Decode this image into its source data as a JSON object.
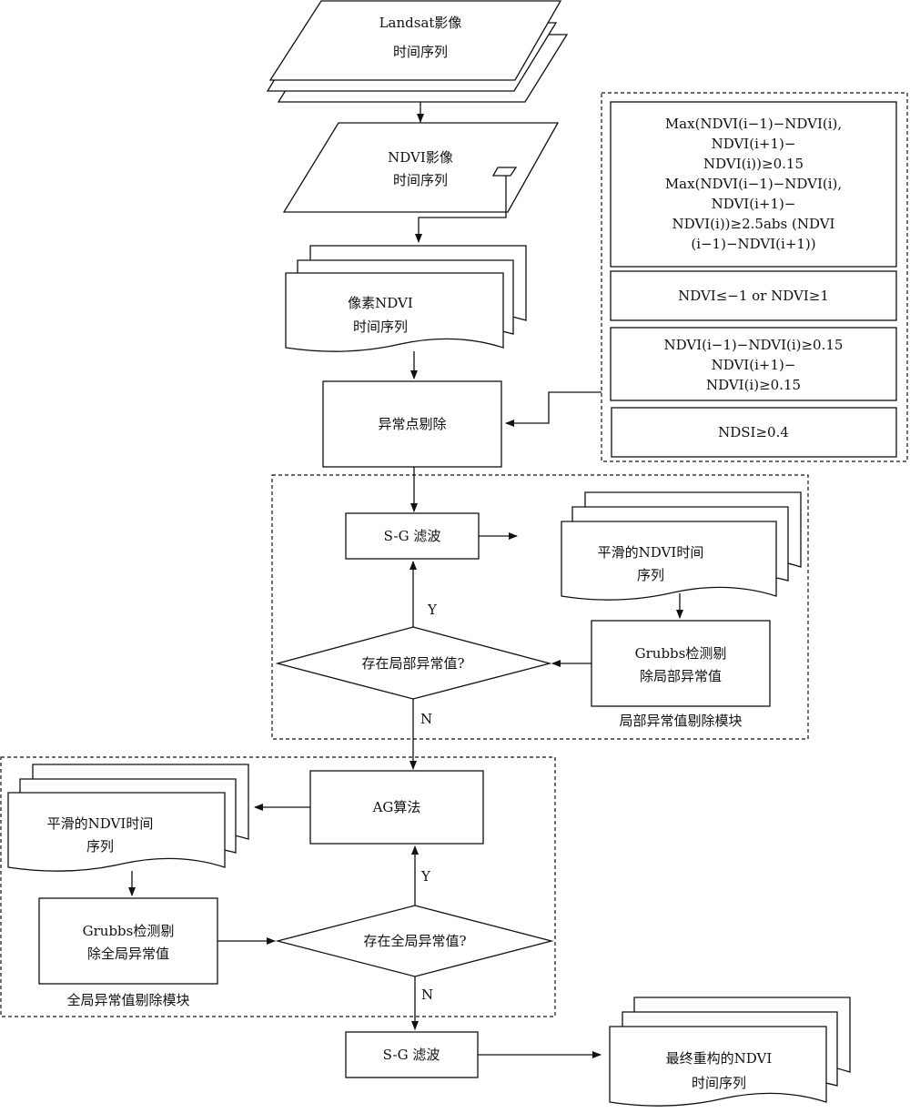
{
  "flowchart": {
    "landsat": [
      "Landsat影像",
      "时间序列"
    ],
    "ndvi_image": [
      "NDVI影像",
      "时间序列"
    ],
    "pixel_ndvi": [
      "像素NDVI",
      "时间序列"
    ],
    "outlier_removal": "异常点剔除",
    "criteria": [
      [
        "Max(NDVI(i−1)−NDVI(i),",
        "NDVI(i+1)−",
        "NDVI(i))≥0.15",
        "Max(NDVI(i−1)−NDVI(i),",
        "NDVI(i+1)−",
        "NDVI(i))≥2.5abs (NDVI",
        "(i−1)−NDVI(i+1))"
      ],
      [
        "NDVI≤−1 or NDVI≥1"
      ],
      [
        "NDVI(i−1)−NDVI(i)≥0.15",
        "NDVI(i+1)−",
        "NDVI(i)≥0.15"
      ],
      [
        "NDSI≥0.4"
      ]
    ],
    "local_module": {
      "sg_filter": "S-G 滤波",
      "smoothed": [
        "平滑的NDVI时间",
        "序列"
      ],
      "grubbs": [
        "Grubbs检测剔",
        "除局部异常值"
      ],
      "decision": "存在局部异常值?",
      "yes": "Y",
      "no": "N",
      "label": "局部异常值剔除模块"
    },
    "global_module": {
      "ag": "AG算法",
      "smoothed": [
        "平滑的NDVI时间",
        "序列"
      ],
      "grubbs": [
        "Grubbs检测剔",
        "除全局异常值"
      ],
      "decision": "存在全局异常值?",
      "yes": "Y",
      "no": "N",
      "label": "全局异常值剔除模块"
    },
    "final_sg": "S-G 滤波",
    "final_output": [
      "最终重构的NDVI",
      "时间序列"
    ]
  }
}
